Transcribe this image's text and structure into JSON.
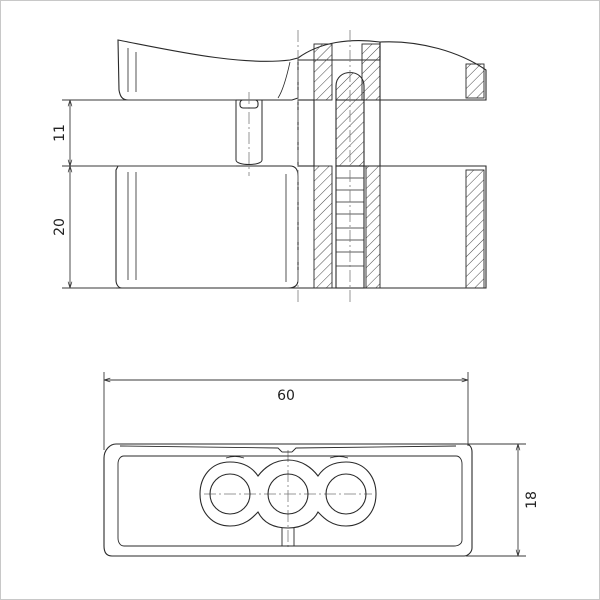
{
  "drawing": {
    "line_color": "#2a2a2a",
    "dim_color": "#3a3a3a",
    "centerline_color": "#7a7a7a",
    "dimensions": {
      "upper_height": "11",
      "lower_height": "20",
      "overall_width": "60",
      "plan_height": "18"
    }
  }
}
